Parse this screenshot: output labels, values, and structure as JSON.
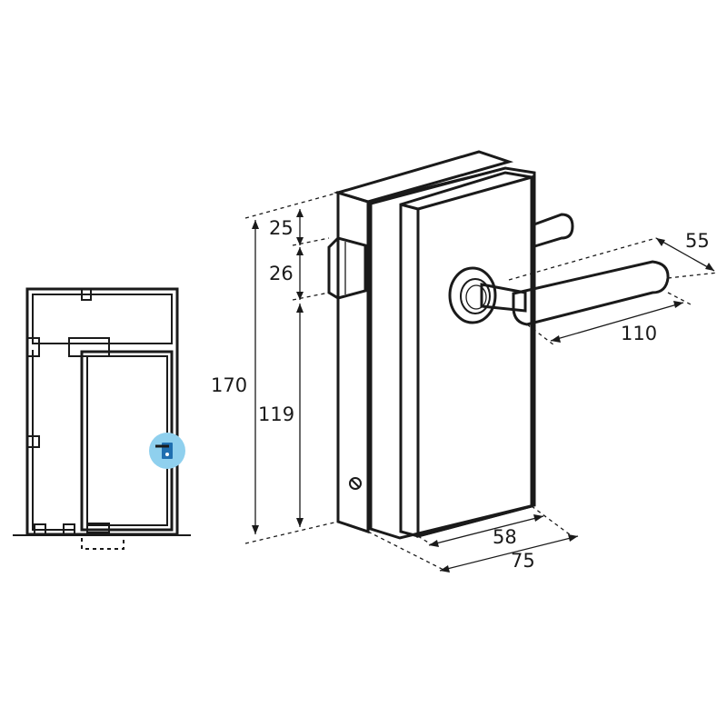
{
  "dimensions": {
    "total_height": "170",
    "top_offset": "25",
    "latch_height": "26",
    "lower_height": "119",
    "handle_projection": "55",
    "handle_length": "110",
    "front_depth": "58",
    "total_depth": "75"
  },
  "colors": {
    "line": "#1a1a1a",
    "highlight": "#8fd0ee",
    "lock_icon": "#1f6fb0"
  }
}
